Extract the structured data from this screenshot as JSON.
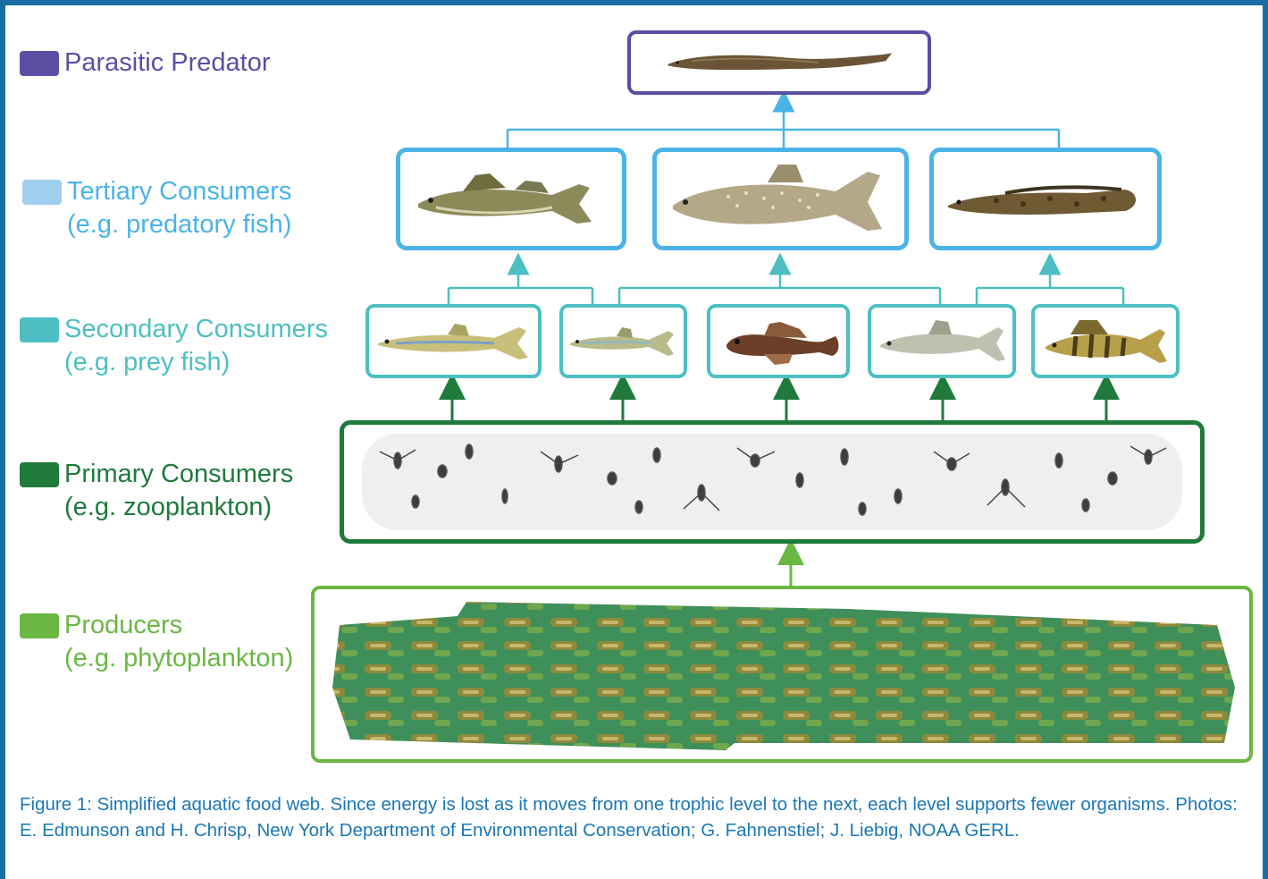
{
  "legend": {
    "parasitic": {
      "title": "Parasitic Predator",
      "example": "",
      "color": "#5a4fa3"
    },
    "tertiary": {
      "title": "Tertiary Consumers",
      "example": "(e.g. predatory fish)",
      "color": "#4bb3e6",
      "swatch": "#9ecfef"
    },
    "secondary": {
      "title": "Secondary Consumers",
      "example": "(e.g. prey fish)",
      "color": "#4dbfc2"
    },
    "primary": {
      "title": "Primary Consumers",
      "example": "(e.g. zooplankton)",
      "color": "#1f7a3b"
    },
    "producers": {
      "title": "Producers",
      "example": "(e.g. phytoplankton)",
      "color": "#6ab743"
    }
  },
  "caption": "Figure 1: Simplified aquatic food web. Since energy is lost as it moves from one trophic level to the next, each level supports fewer organisms. Photos: E. Edmunson and H. Chrisp, New York Department of Environmental Conservation; G. Fahnenstiel; J. Liebig, NOAA GERL.",
  "colors": {
    "frame": "#1a6da3",
    "caption": "#1a77b7",
    "dark_arrow": "#1f7a3b",
    "light_green_arrow": "#6ab743",
    "teal_arrow": "#4dbfc2",
    "blue_arrow": "#4bb3e6"
  },
  "nodes": {
    "parasitic": [
      "sea-lamprey-image"
    ],
    "tertiary": [
      "walleye-image",
      "lake-trout-image",
      "burbot-image"
    ],
    "secondary": [
      "rainbow-smelt-image",
      "emerald-shiner-image",
      "sculpin-image",
      "whitefish-image",
      "yellow-perch-image"
    ],
    "primary": [
      "zooplankton-image"
    ],
    "producers": [
      "phytoplankton-image"
    ]
  }
}
